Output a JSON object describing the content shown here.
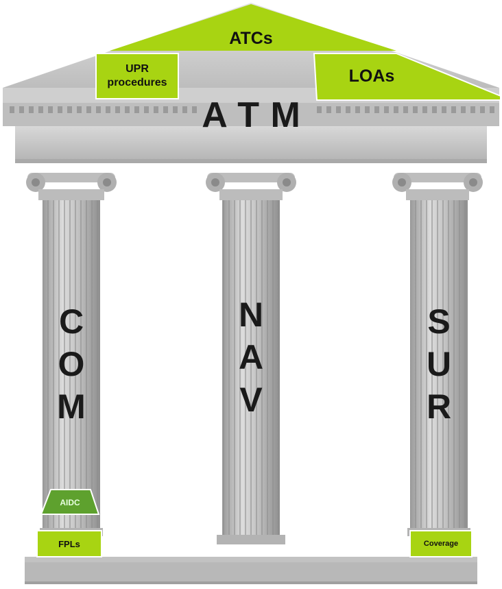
{
  "roof": {
    "atcs": "ATCs",
    "upr": "UPR procedures",
    "loas": "LOAs",
    "atm": "A T M"
  },
  "pillars": {
    "com": {
      "letters": "C\nO\nM",
      "base_tag": "AIDC",
      "base_label": "FPLs"
    },
    "nav": {
      "letters": "N\nA\nV"
    },
    "sur": {
      "letters": "S\nU\nR",
      "base_label": "Coverage"
    }
  },
  "colors": {
    "accent_green": "#a8d412",
    "dark_green": "#5ea12e",
    "stone": "#c9c9c9"
  }
}
